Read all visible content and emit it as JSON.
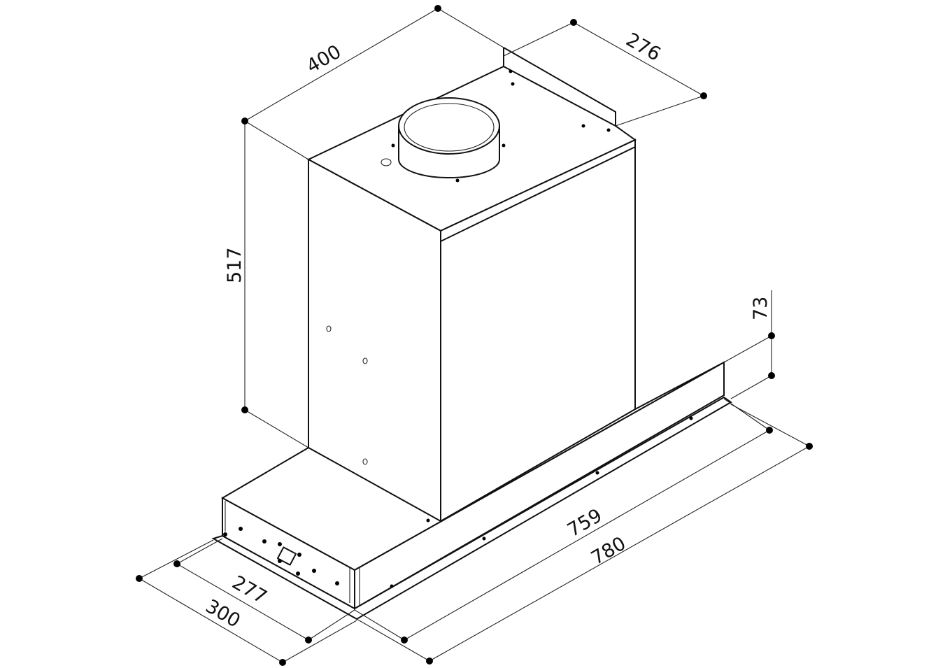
{
  "title": "Range hood dimension drawing",
  "dimensions": {
    "chimney_width": "400",
    "chimney_depth": "276",
    "chimney_height": "517",
    "base_height": "73",
    "base_width_inner": "759",
    "base_width_outer": "780",
    "base_depth_inner": "277",
    "base_depth_outer": "300"
  }
}
